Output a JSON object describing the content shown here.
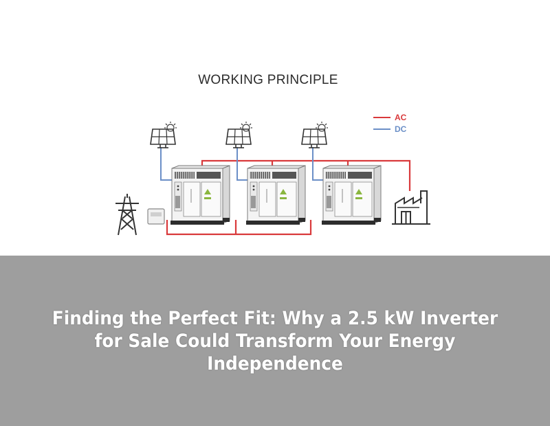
{
  "diagram": {
    "title": "WORKING PRINCIPLE",
    "legend": [
      {
        "label": "AC",
        "color": "#d9393b"
      },
      {
        "label": "DC",
        "color": "#6b8fc7"
      }
    ],
    "icons": [
      "solar-panel-icon",
      "inverter-cabinet-icon",
      "transmission-tower-icon",
      "meter-icon",
      "factory-icon"
    ]
  },
  "banner": {
    "headline": "Finding the Perfect Fit: Why a 2.5 kW Inverter for Sale Could Transform Your Energy Independence",
    "background": "#9e9e9e",
    "text_color": "#ffffff"
  }
}
